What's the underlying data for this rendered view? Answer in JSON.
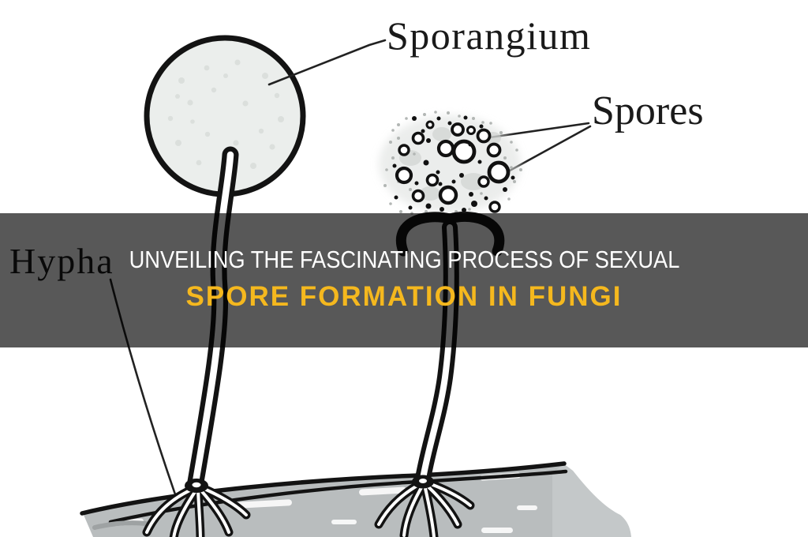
{
  "banner": {
    "line1": "UNVEILING THE FASCINATING PROCESS OF SEXUAL",
    "line2": "SPORE FORMATION IN FUNGI",
    "line1_color": "#ffffff",
    "line2_color": "#f5b81e",
    "overlay_color": "rgba(0,0,0,0.655)"
  },
  "labels": {
    "sporangium": "Sporangium",
    "spores": "Spores",
    "hypha": "Hypha"
  },
  "colors": {
    "ink": "#151515",
    "sporangium_fill": "#ebeeec",
    "substrate_fill": "#b9bdbe",
    "banner_gray": "#595959"
  }
}
